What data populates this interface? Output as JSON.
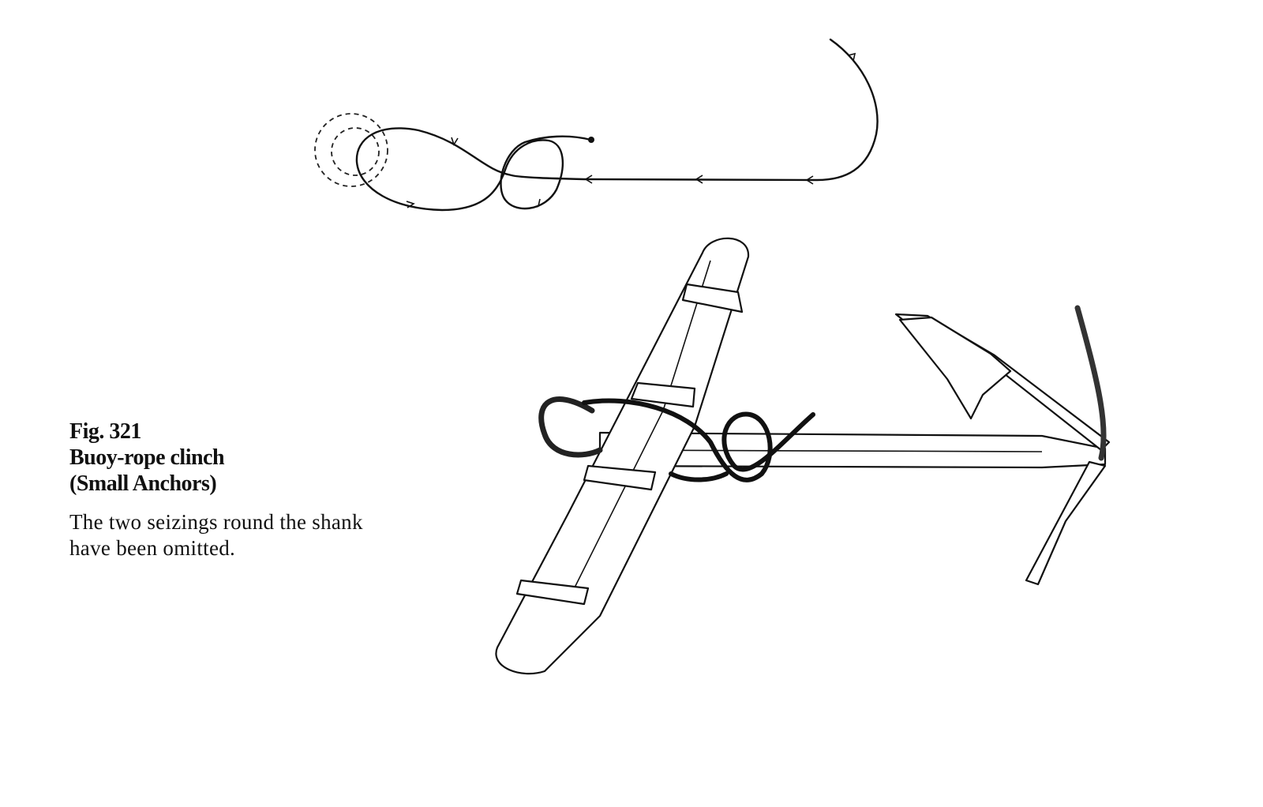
{
  "figure": {
    "number": "Fig. 321",
    "title": "Buoy-rope clinch",
    "subtitle": "(Small Anchors)",
    "description": "The two seizings round the shank have been omitted."
  }
}
